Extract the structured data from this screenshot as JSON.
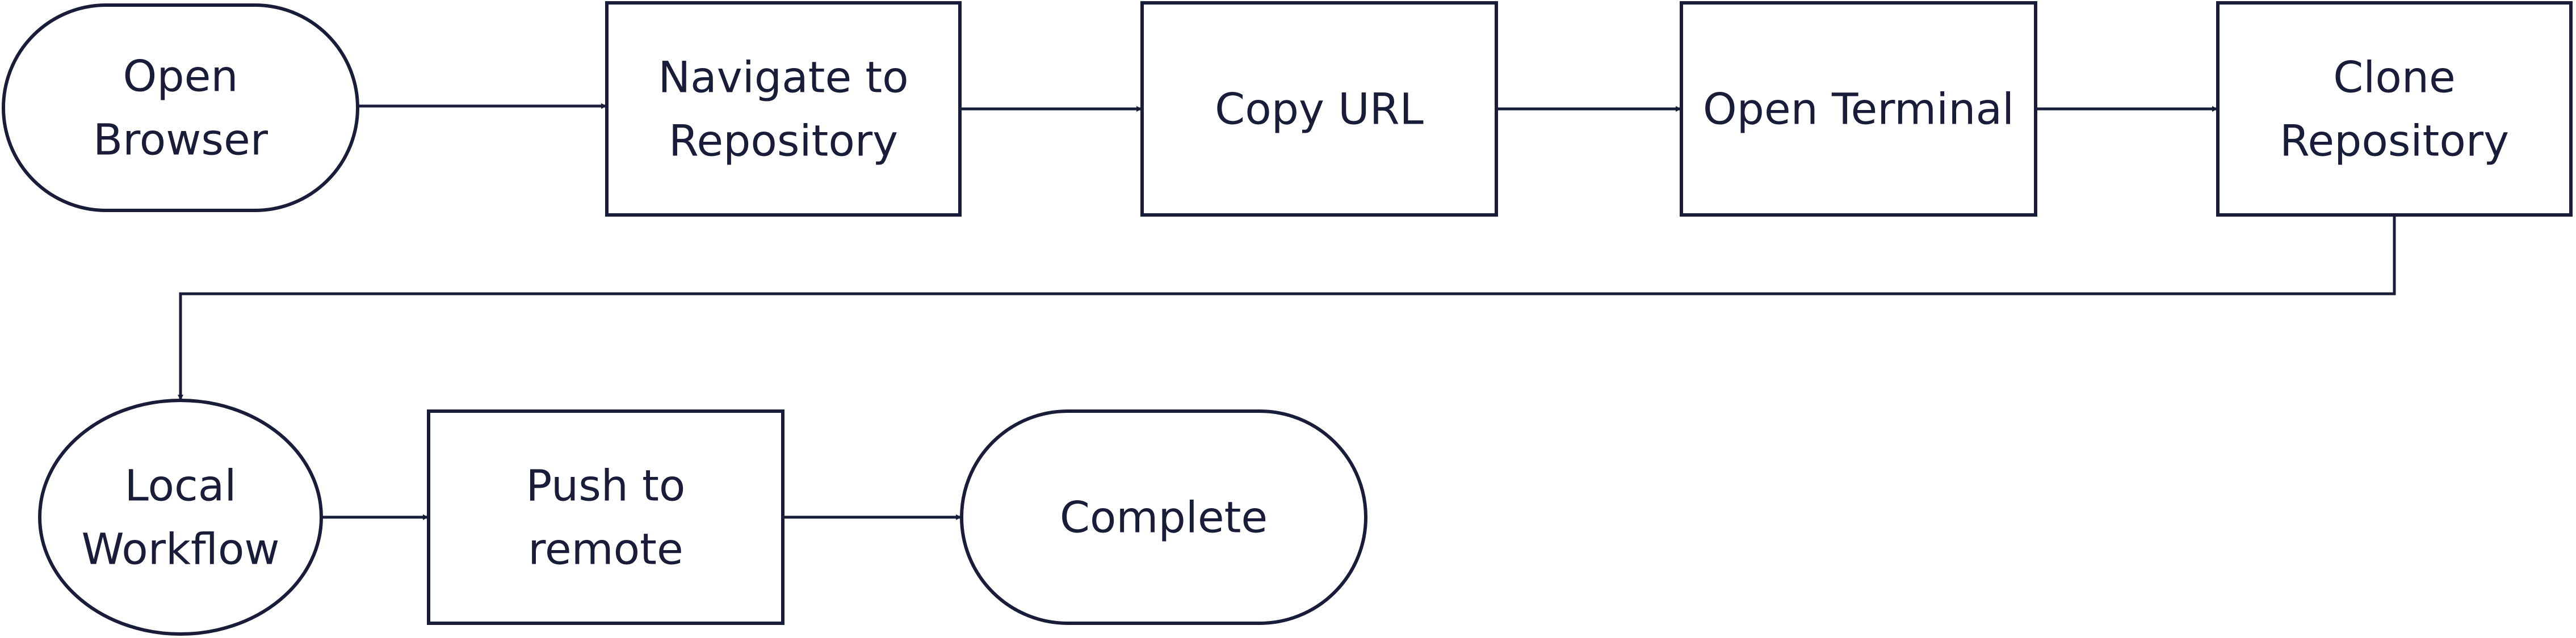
{
  "diagram": {
    "type": "flowchart",
    "colors": {
      "stroke": "#1a1d3a",
      "fill": "#ffffff",
      "text": "#1a1d3a"
    },
    "nodes": [
      {
        "id": "open_browser",
        "shape": "terminal",
        "lines": [
          "Open",
          "Browser"
        ]
      },
      {
        "id": "navigate",
        "shape": "process",
        "lines": [
          "Navigate to",
          "Repository"
        ]
      },
      {
        "id": "copy_url",
        "shape": "process",
        "lines": [
          "Copy URL"
        ]
      },
      {
        "id": "open_terminal",
        "shape": "process",
        "lines": [
          "Open Terminal"
        ]
      },
      {
        "id": "clone",
        "shape": "process",
        "lines": [
          "Clone",
          "Repository"
        ]
      },
      {
        "id": "local_workflow",
        "shape": "ellipse",
        "lines": [
          "Local",
          "Workflow"
        ]
      },
      {
        "id": "push",
        "shape": "process",
        "lines": [
          "Push to",
          "remote"
        ]
      },
      {
        "id": "complete",
        "shape": "terminal",
        "lines": [
          "Complete"
        ]
      }
    ],
    "edges": [
      {
        "from": "open_browser",
        "to": "navigate"
      },
      {
        "from": "navigate",
        "to": "copy_url"
      },
      {
        "from": "copy_url",
        "to": "open_terminal"
      },
      {
        "from": "open_terminal",
        "to": "clone"
      },
      {
        "from": "clone",
        "to": "local_workflow"
      },
      {
        "from": "local_workflow",
        "to": "push"
      },
      {
        "from": "push",
        "to": "complete"
      }
    ]
  }
}
